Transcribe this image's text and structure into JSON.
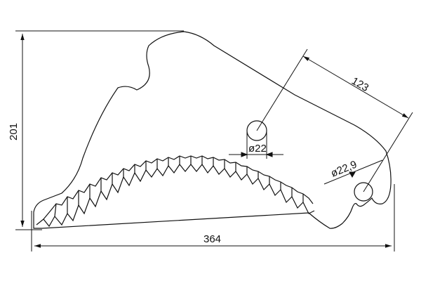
{
  "drawing": {
    "overall_width_label": "364",
    "overall_height_label": "201",
    "slant_dimension_label": "123",
    "hole_center_label": "ø22",
    "hole_right_label": "ø22,9"
  },
  "colors": {
    "line": "#111111",
    "background": "#ffffff"
  }
}
